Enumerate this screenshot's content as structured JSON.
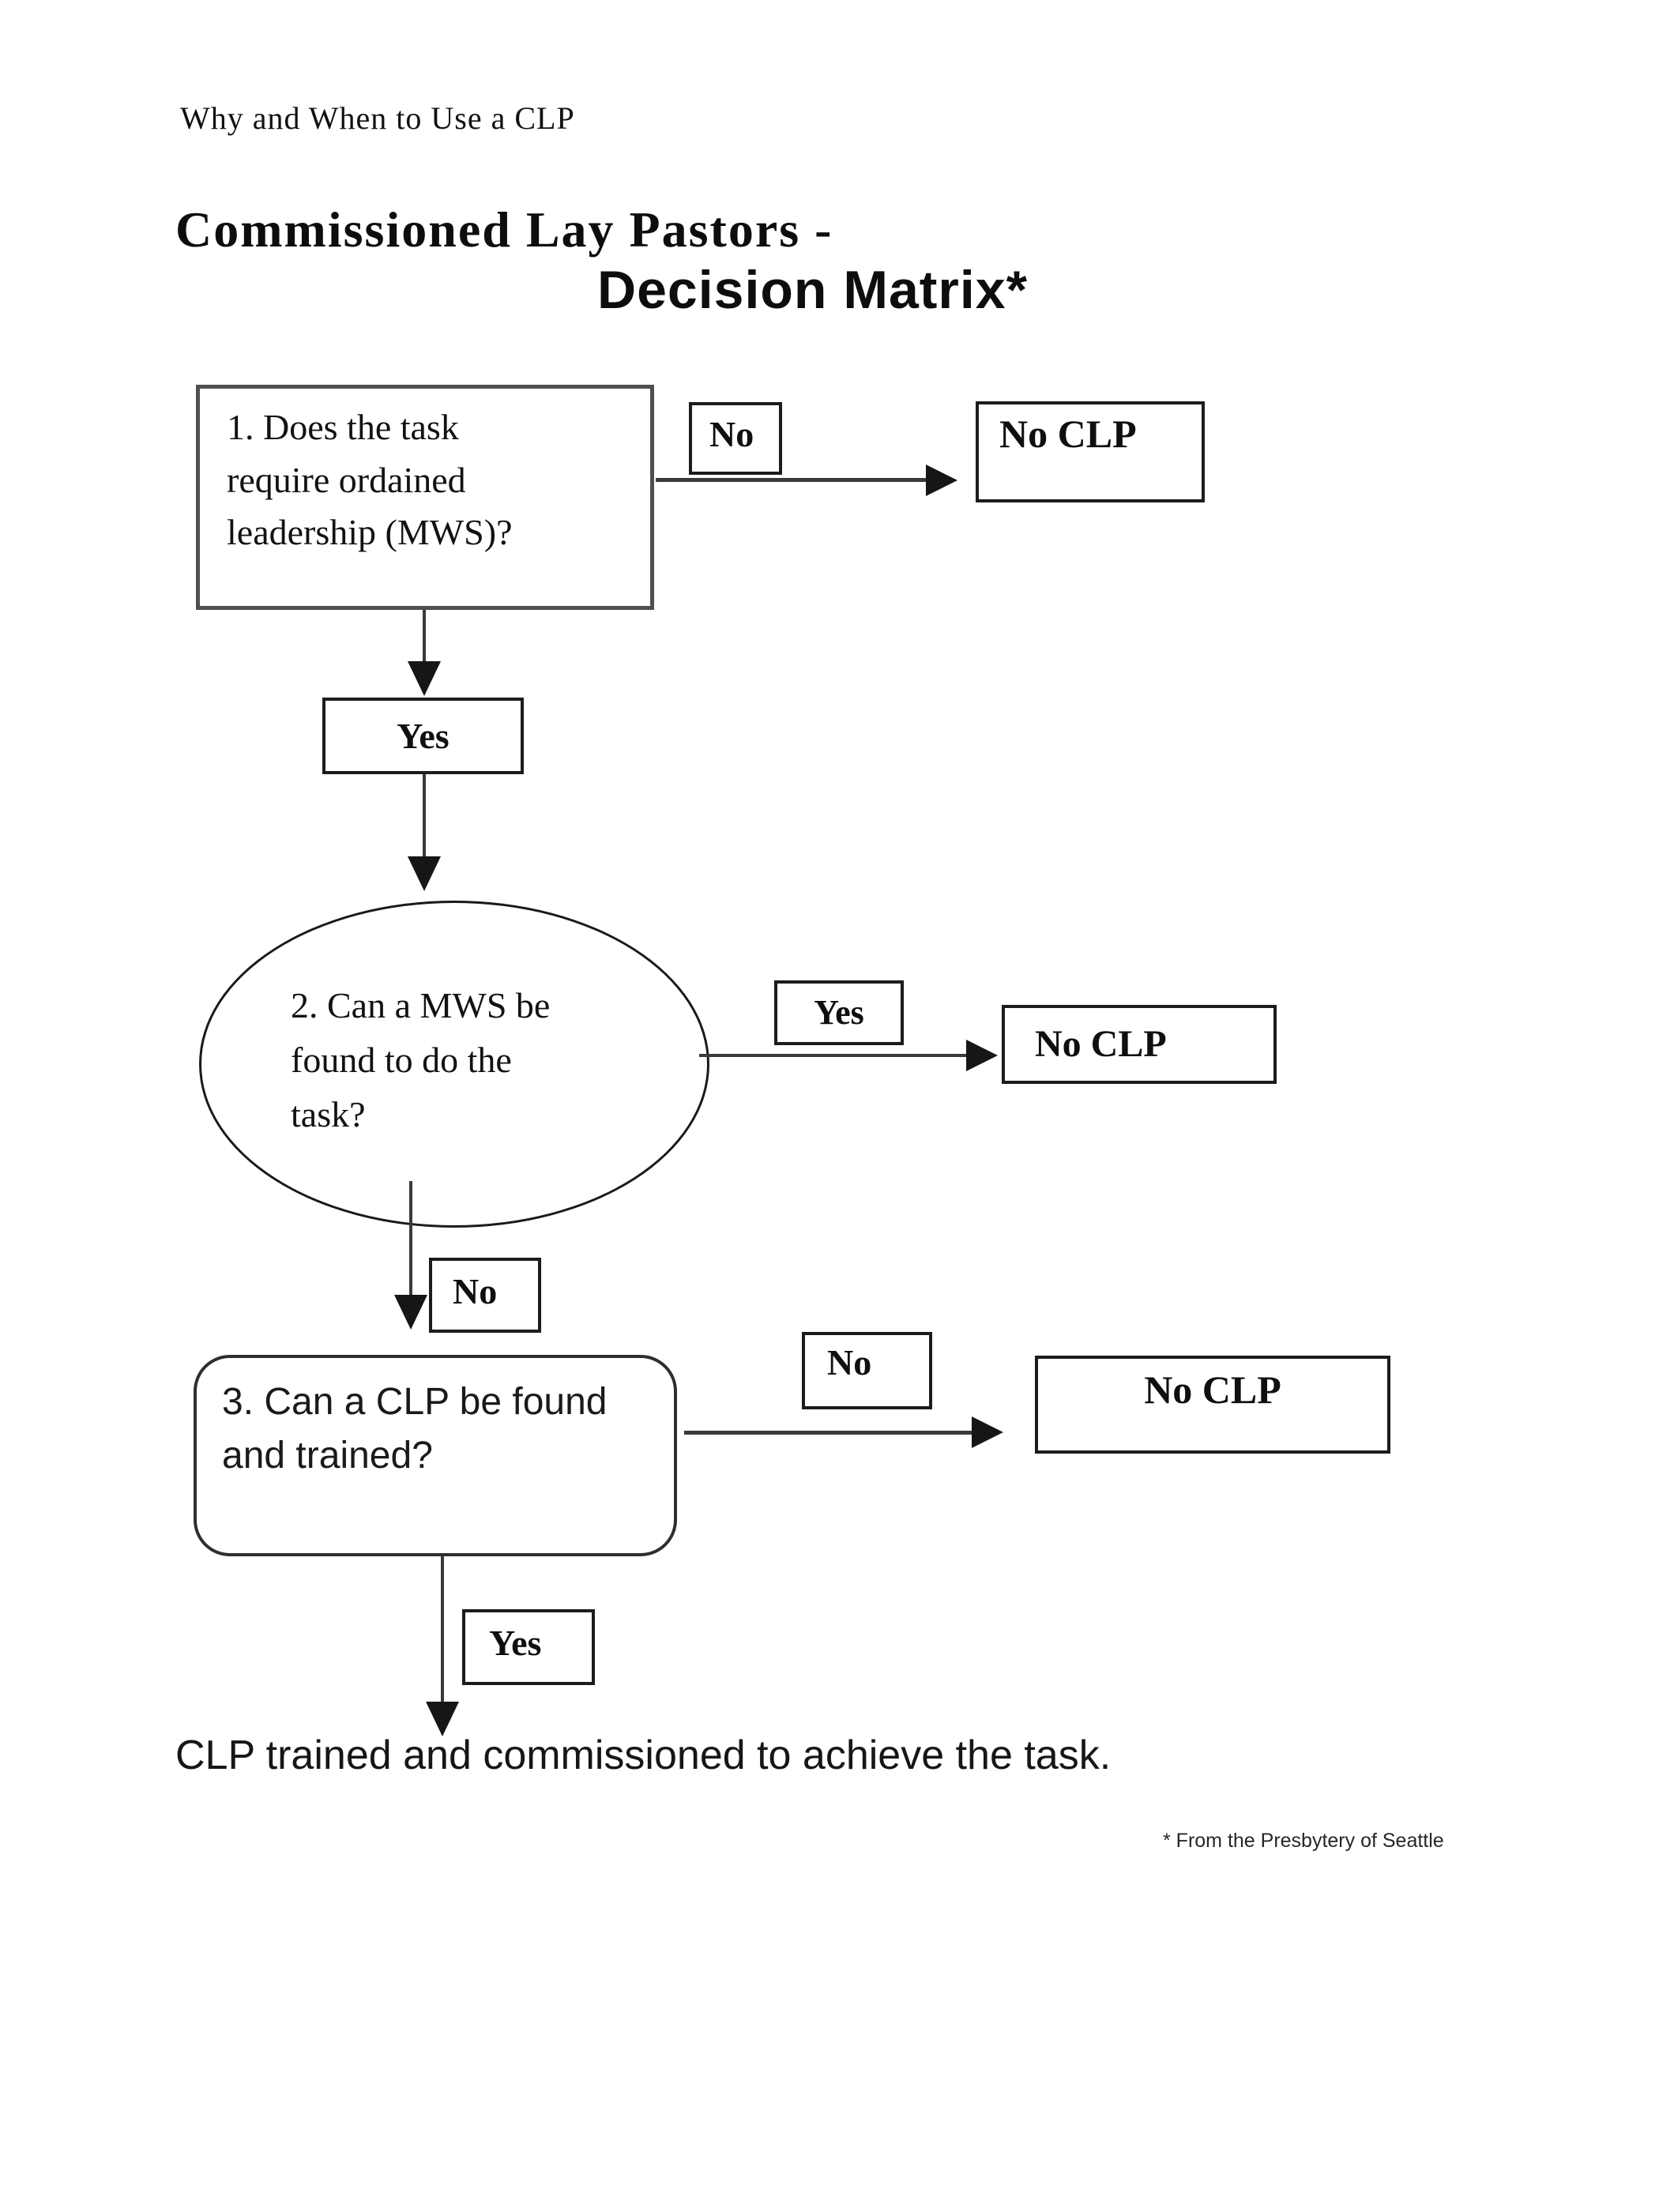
{
  "document": {
    "header_note": "Why and When to Use a CLP",
    "title_line1": "Commissioned Lay Pastors -",
    "title_line2": "Decision Matrix*",
    "outcome_text": "CLP trained and commissioned to achieve the task.",
    "footnote": "* From the Presbytery of Seattle"
  },
  "flowchart": {
    "q1": {
      "question": "1. Does the task require ordained leadership (MWS)?",
      "branch_no_label": "No",
      "branch_no_result": "No CLP",
      "branch_yes_label": "Yes"
    },
    "q2": {
      "question": "2. Can a MWS be found to do the task?",
      "branch_yes_label": "Yes",
      "branch_yes_result": "No CLP",
      "branch_no_label": "No"
    },
    "q3": {
      "question": "3. Can a CLP be found and trained?",
      "branch_no_label": "No",
      "branch_no_result": "No CLP",
      "branch_yes_label": "Yes"
    }
  },
  "colors": {
    "ink": "#161616",
    "question_box_border": "#4f4f4f",
    "page_background": "#ffffff"
  }
}
